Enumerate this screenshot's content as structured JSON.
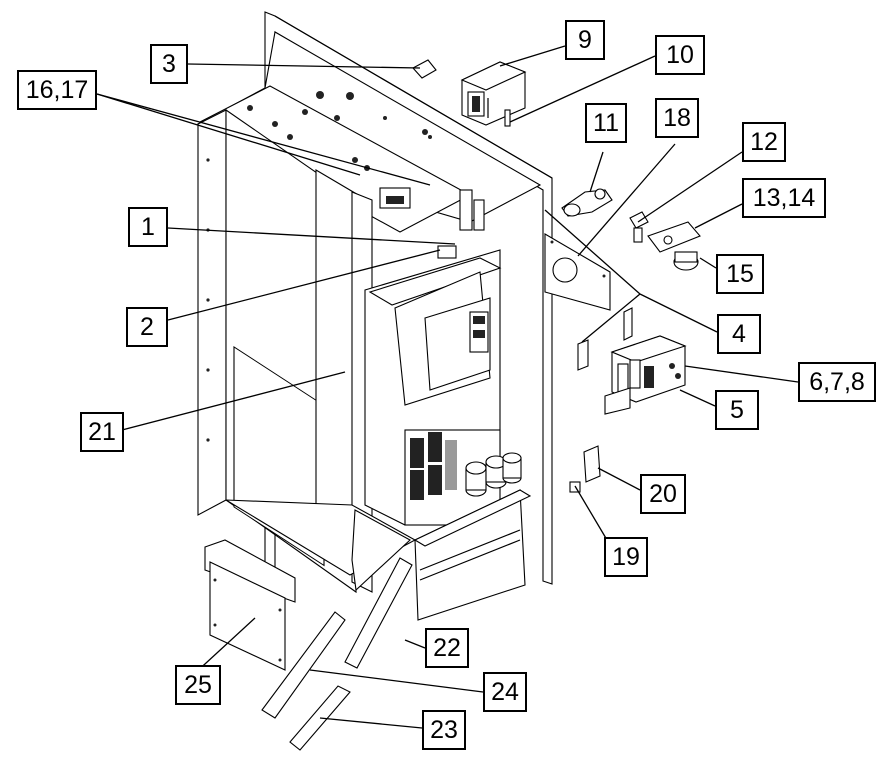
{
  "callouts": [
    {
      "label": "1"
    },
    {
      "label": "2"
    },
    {
      "label": "3"
    },
    {
      "label": "4"
    },
    {
      "label": "5"
    },
    {
      "label": "6,7,8"
    },
    {
      "label": "9"
    },
    {
      "label": "10"
    },
    {
      "label": "11"
    },
    {
      "label": "12"
    },
    {
      "label": "13,14"
    },
    {
      "label": "15"
    },
    {
      "label": "16,17"
    },
    {
      "label": "18"
    },
    {
      "label": "19"
    },
    {
      "label": "20"
    },
    {
      "label": "21"
    },
    {
      "label": "22"
    },
    {
      "label": "23"
    },
    {
      "label": "24"
    },
    {
      "label": "25"
    }
  ]
}
